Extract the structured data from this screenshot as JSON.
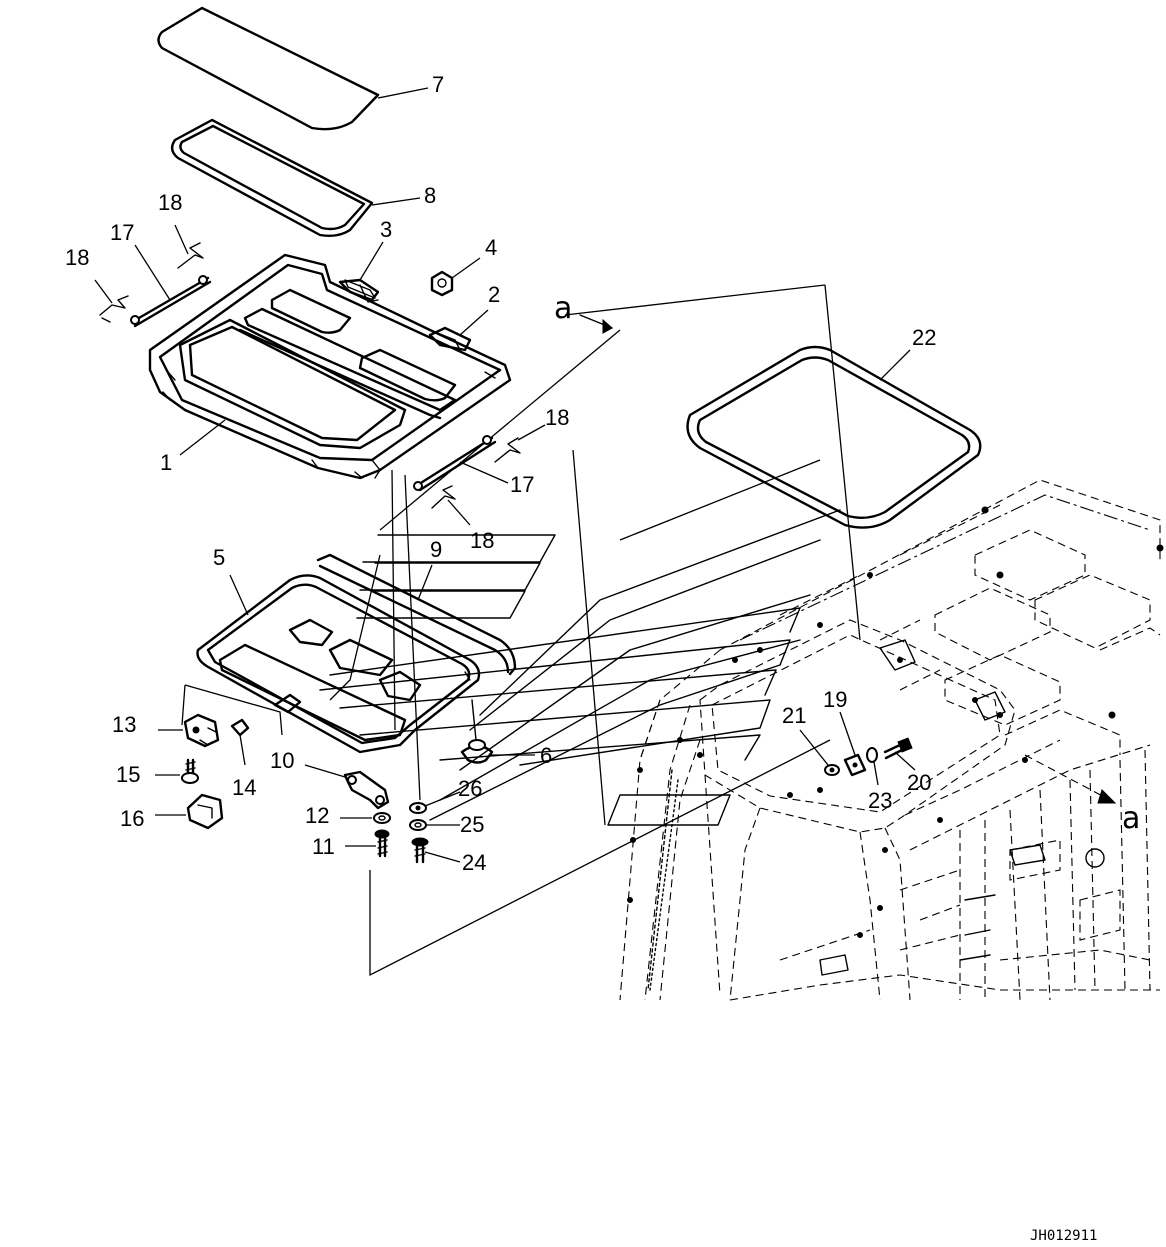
{
  "drawing_code": "JH012911",
  "view_marker": "a",
  "callouts": [
    {
      "id": "c1",
      "label": "1"
    },
    {
      "id": "c2",
      "label": "2"
    },
    {
      "id": "c3",
      "label": "3"
    },
    {
      "id": "c4",
      "label": "4"
    },
    {
      "id": "c5",
      "label": "5"
    },
    {
      "id": "c6",
      "label": "6"
    },
    {
      "id": "c7",
      "label": "7"
    },
    {
      "id": "c8",
      "label": "8"
    },
    {
      "id": "c9",
      "label": "9"
    },
    {
      "id": "c10",
      "label": "10"
    },
    {
      "id": "c11",
      "label": "11"
    },
    {
      "id": "c12",
      "label": "12"
    },
    {
      "id": "c13",
      "label": "13"
    },
    {
      "id": "c14",
      "label": "14"
    },
    {
      "id": "c15",
      "label": "15"
    },
    {
      "id": "c16",
      "label": "16"
    },
    {
      "id": "c17a",
      "label": "17"
    },
    {
      "id": "c17b",
      "label": "17"
    },
    {
      "id": "c18a",
      "label": "18"
    },
    {
      "id": "c18b",
      "label": "18"
    },
    {
      "id": "c18c",
      "label": "18"
    },
    {
      "id": "c18d",
      "label": "18"
    },
    {
      "id": "c19",
      "label": "19"
    },
    {
      "id": "c20",
      "label": "20"
    },
    {
      "id": "c21",
      "label": "21"
    },
    {
      "id": "c22",
      "label": "22"
    },
    {
      "id": "c23",
      "label": "23"
    },
    {
      "id": "c24",
      "label": "24"
    },
    {
      "id": "c25",
      "label": "25"
    },
    {
      "id": "c26",
      "label": "26"
    }
  ]
}
